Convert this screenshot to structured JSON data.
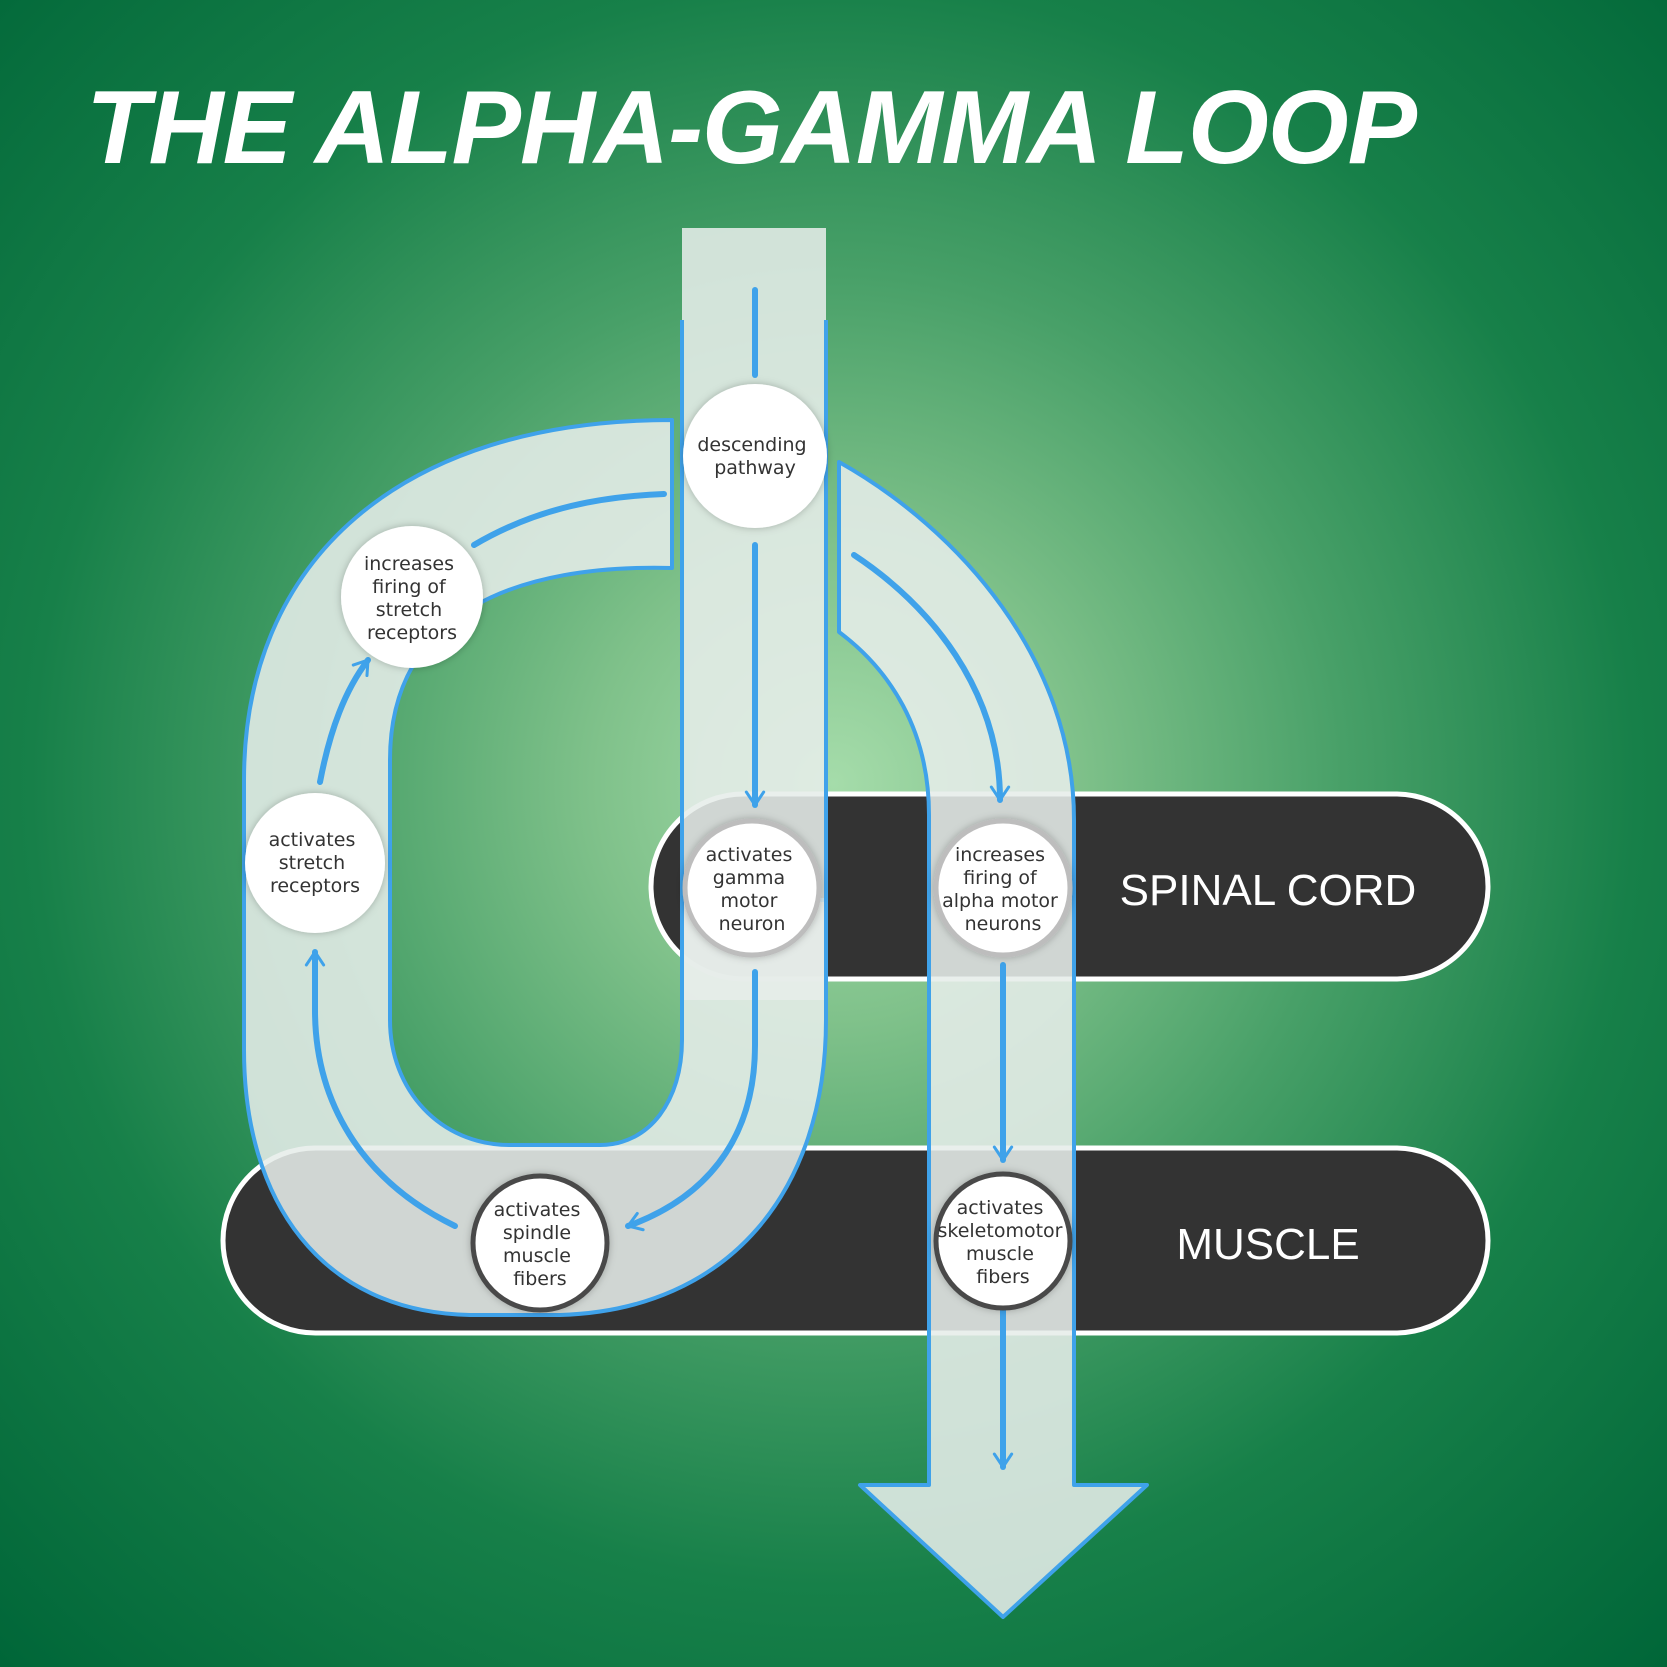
{
  "title": "THE ALPHA-GAMMA LOOP",
  "bars": {
    "spinal_cord": "SPINAL CORD",
    "muscle": "MUSCLE"
  },
  "nodes": {
    "descending_pathway": [
      "descending",
      "pathway"
    ],
    "activates_gamma": [
      "activates",
      "gamma",
      "motor",
      "neuron"
    ],
    "increases_alpha": [
      "increases",
      "firing of",
      "alpha motor",
      "neurons"
    ],
    "activates_spindle": [
      "activates",
      "spindle",
      "muscle",
      "fibers"
    ],
    "activates_skeletomotor": [
      "activates",
      "skeletomotor",
      "muscle",
      "fibers"
    ],
    "activates_stretch": [
      "activates",
      "stretch",
      "receptors"
    ],
    "increases_stretch": [
      "increases",
      "firing of",
      "stretch",
      "receptors"
    ]
  },
  "colors": {
    "arrow_blue": "#3fa2ea",
    "band_fill": "#e3ebe7",
    "bar_fill": "#333333",
    "node_fill": "#ffffff",
    "node_ring": "#4a4a4a"
  }
}
